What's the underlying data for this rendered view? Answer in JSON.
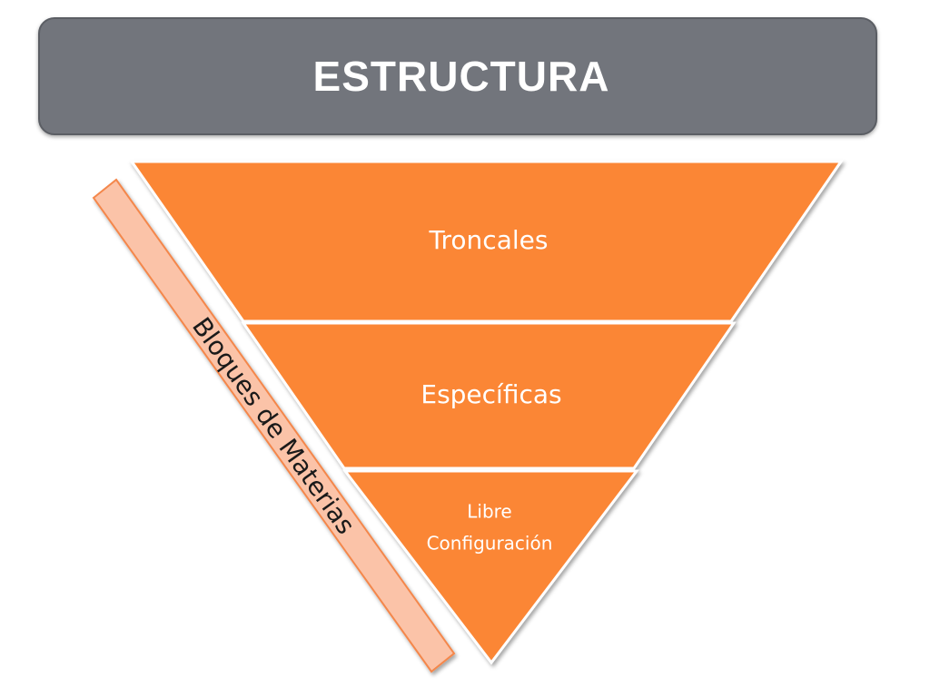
{
  "title": "ESTRUCTURA",
  "colors": {
    "banner": "#72757c",
    "tier_fill": "#fb8636",
    "tier_stroke": "#ffffff",
    "side_bar_fill": "#fbc3a8",
    "side_bar_stroke": "#f4874b"
  },
  "side_label": "Bloques de Materias",
  "tiers": [
    {
      "lines": [
        "Troncales"
      ]
    },
    {
      "lines": [
        "Específicas"
      ]
    },
    {
      "lines": [
        "Libre",
        "Configuración"
      ]
    }
  ]
}
